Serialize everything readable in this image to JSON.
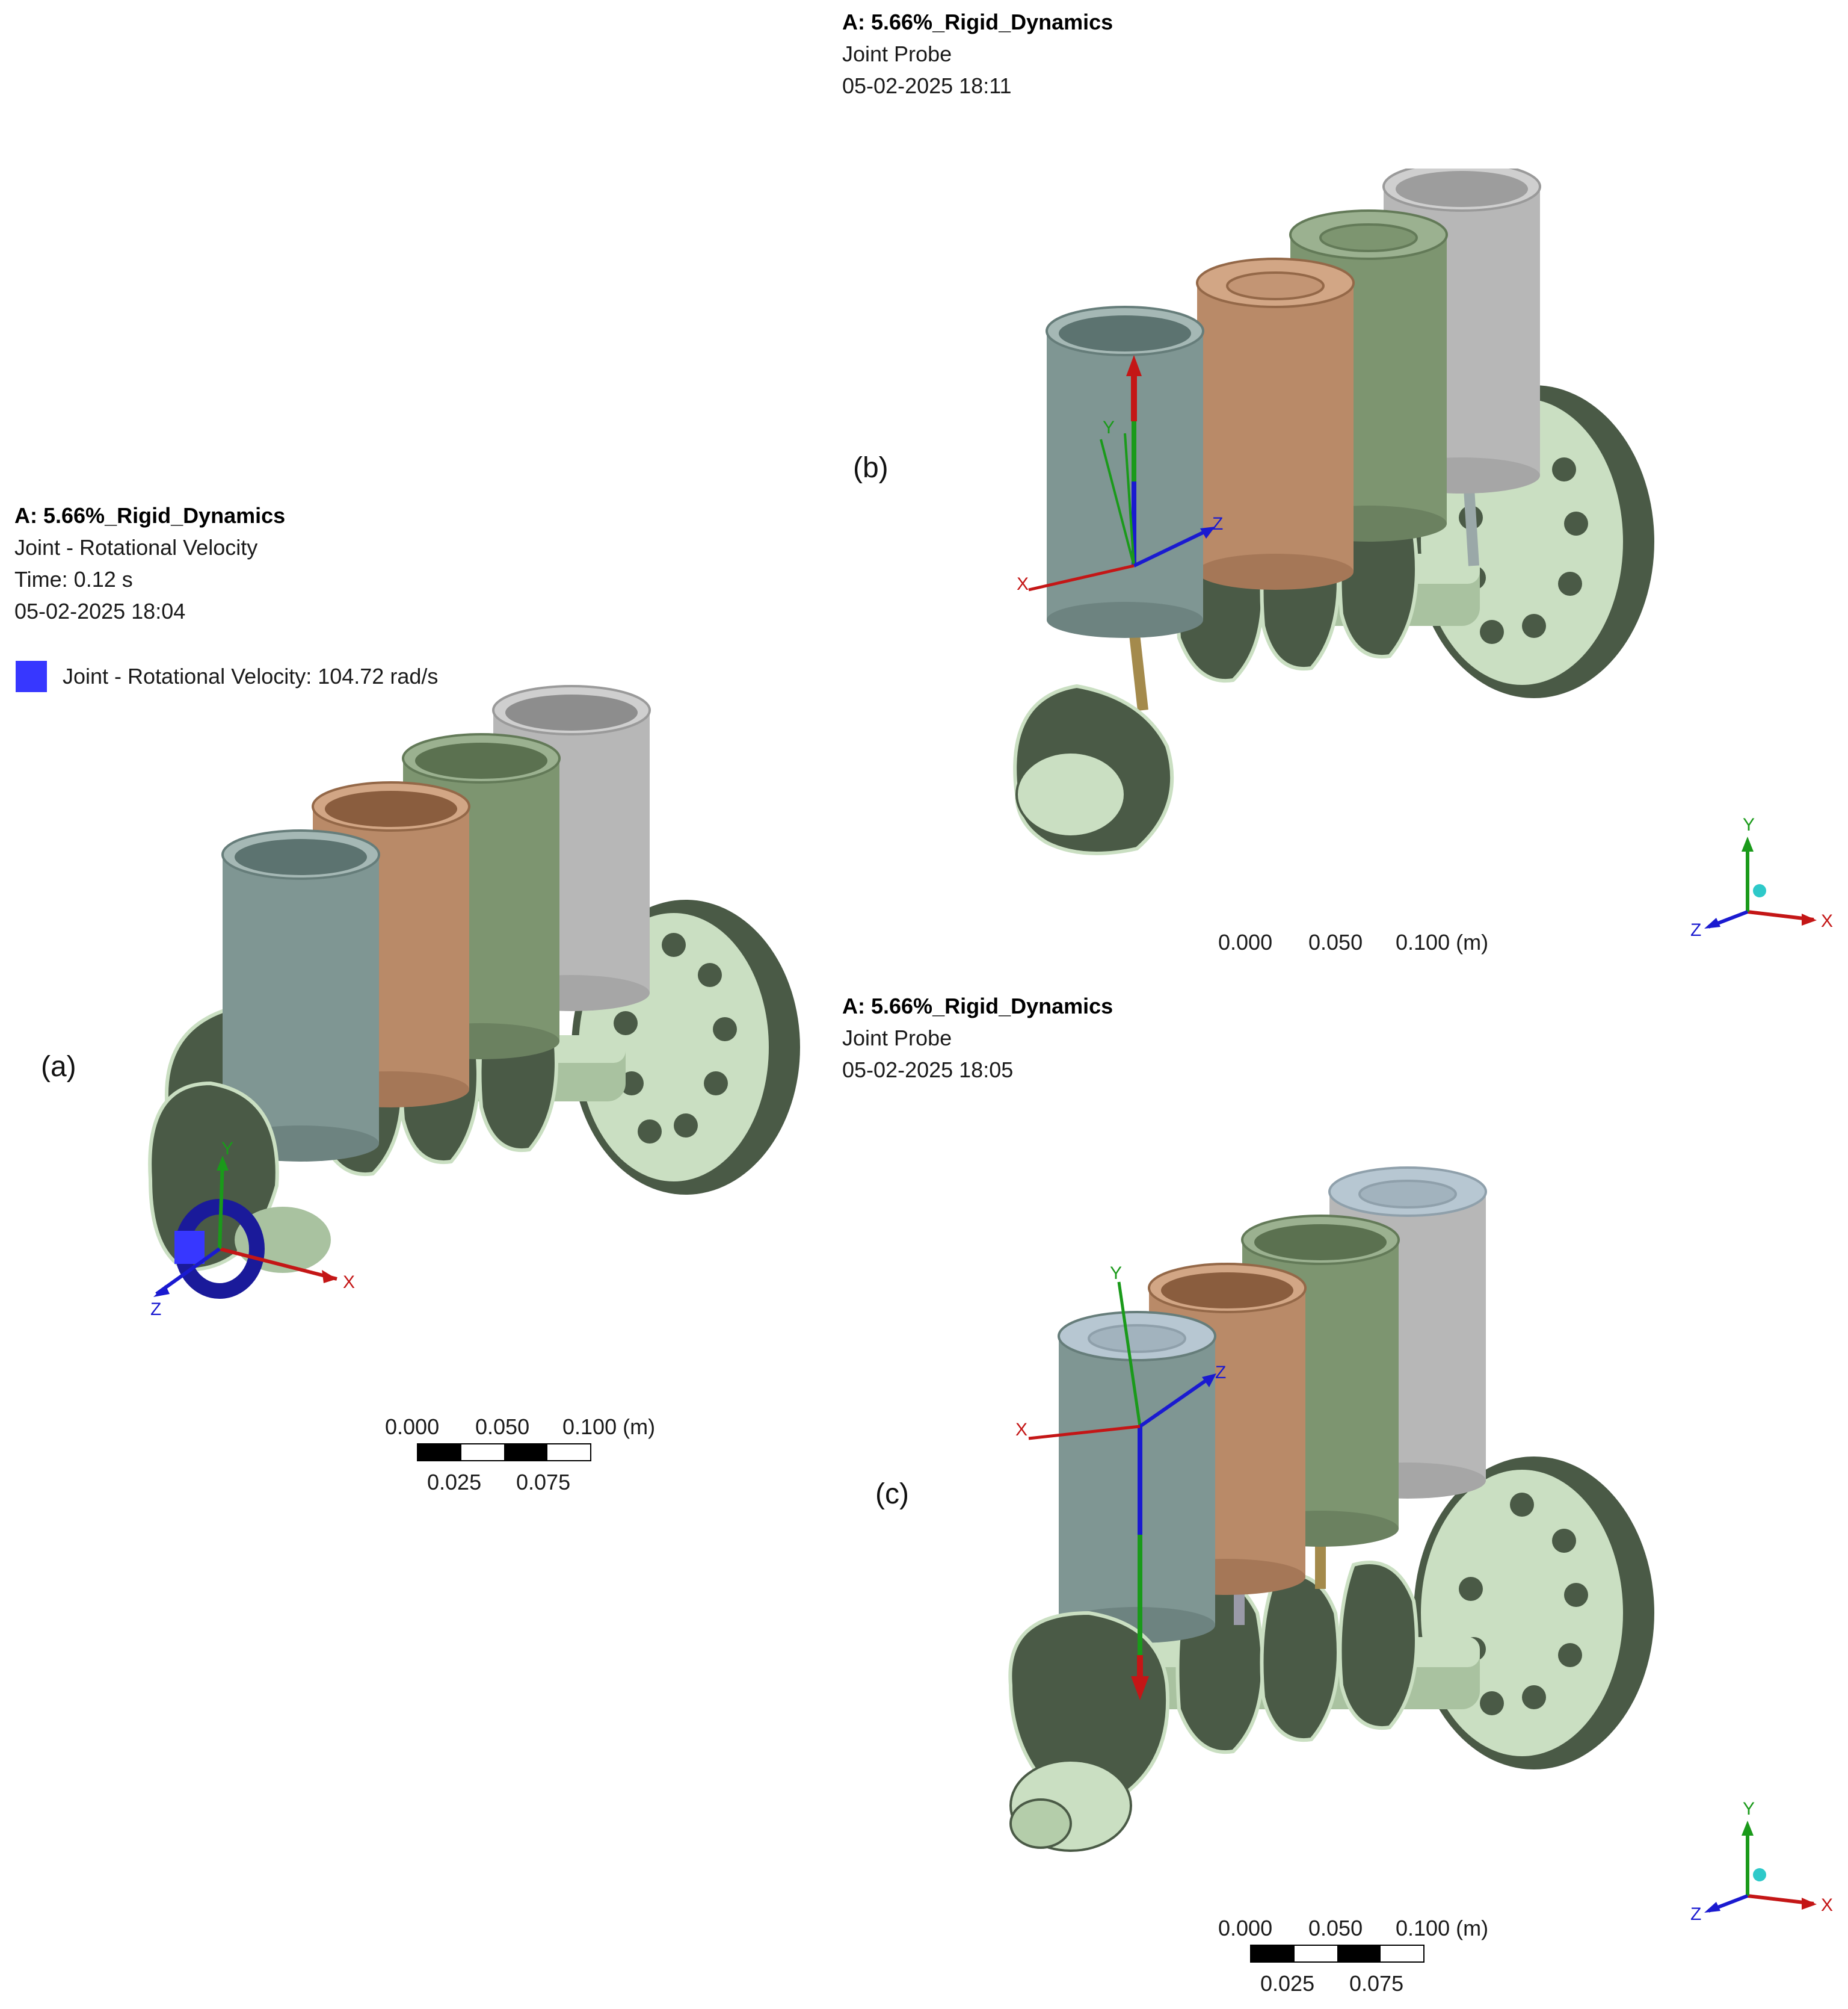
{
  "colors": {
    "part_green": "#cadfc2",
    "part_green_dark": "#4a5a46",
    "piston_teal": "#7f9693",
    "piston_copper": "#b98a68",
    "piston_olive": "#7d9570",
    "piston_gray": "#b7b7b7",
    "piston_blue": "#b7c7d2",
    "legend_blue": "#3737ff",
    "axis_x": "#c41616",
    "axis_y": "#1a9a1a",
    "axis_z": "#1a1ad0",
    "triad_ball": "#2ec9c9"
  },
  "panel_a": {
    "label": "(a)",
    "header": {
      "title": "A: 5.66%_Rigid_Dynamics",
      "line2": "Joint - Rotational Velocity",
      "line3": "Time: 0.12 s",
      "line4": "05-02-2025 18:04"
    },
    "legend": {
      "text": "Joint - Rotational Velocity: 104.72 rad/s"
    },
    "scale": {
      "top": [
        "0.000",
        "0.050",
        "0.100 (m)"
      ],
      "bottom": [
        "0.025",
        "0.075"
      ]
    },
    "csys": {
      "x": "X",
      "y": "Y",
      "z": "Z"
    }
  },
  "panel_b": {
    "label": "(b)",
    "header": {
      "title": "A: 5.66%_Rigid_Dynamics",
      "line2": "Joint Probe",
      "line3": "05-02-2025 18:11"
    },
    "scale": {
      "top": [
        "0.000",
        "0.050",
        "0.100 (m)"
      ]
    },
    "csys": {
      "x": "X",
      "y": "Y",
      "z": "Z"
    },
    "triad": {
      "x": "X",
      "y": "Y",
      "z": "Z"
    }
  },
  "panel_c": {
    "label": "(c)",
    "header": {
      "title": "A: 5.66%_Rigid_Dynamics",
      "line2": "Joint Probe",
      "line3": "05-02-2025 18:05"
    },
    "scale": {
      "top": [
        "0.000",
        "0.050",
        "0.100 (m)"
      ],
      "bottom": [
        "0.025",
        "0.075"
      ]
    },
    "csys": {
      "x": "X",
      "y": "Y",
      "z": "Z"
    },
    "triad": {
      "x": "X",
      "y": "Y",
      "z": "Z"
    }
  }
}
